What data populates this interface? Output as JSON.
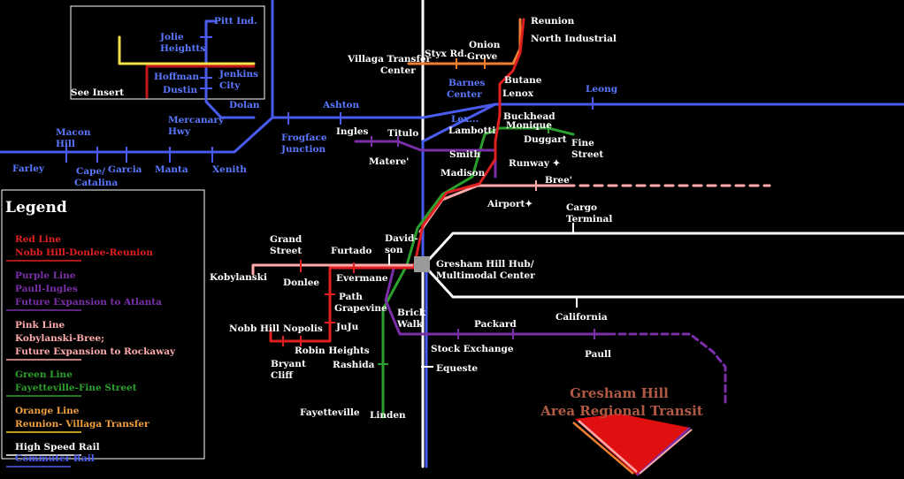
{
  "colors": {
    "red": "#e02020",
    "purple": "#7a2fa8",
    "pink": "#ffaaaa",
    "green": "#2ca02c",
    "orange": "#f08030",
    "white": "#ffffff",
    "blue": "#4a5cf0",
    "yellow": "#f5e04a",
    "hub": "#9a9a9a",
    "brand": "#b05a44"
  },
  "insert": {
    "label": "See Insert"
  },
  "legend": {
    "title": "Legend",
    "lines": [
      {
        "name": "Red Line",
        "desc": [
          "Nobb Hill-Donlee-Reunion"
        ],
        "color": "#e02020",
        "text_color": "#e02020"
      },
      {
        "name": "Purple Line",
        "desc": [
          "Paull-Ingles",
          "Future Expansion to Atlanta"
        ],
        "color": "#7a2fa8",
        "text_color": "#7a2fa8"
      },
      {
        "name": "Pink Line",
        "desc": [
          "Kobylanski-Bree;",
          "Future Expansion to Rockaway"
        ],
        "color": "#ffaaaa",
        "text_color": "#ffaaaa"
      },
      {
        "name": "Green Line",
        "desc": [
          "Fayetteville-Fine Street"
        ],
        "color": "#2ca02c",
        "text_color": "#2ca02c"
      },
      {
        "name": "Orange Line",
        "desc": [
          "Reunion- Villaga Transfer"
        ],
        "color": "#f5d020",
        "text_color": "#f0a040"
      },
      {
        "name": "High Speed Rail",
        "desc": [],
        "color": "#ffffff",
        "text_color": "#ffffff"
      },
      {
        "name": "Commuter Rail",
        "desc": [],
        "color": "#4a5cf0",
        "text_color": "#4a5cf0"
      }
    ]
  },
  "brand": {
    "line1": "Gresham Hill",
    "line2": "Area Regional Transit"
  },
  "airport_symbol": "✦",
  "stations": [
    {
      "name": [
        "Reunion"
      ],
      "style": "w"
    },
    {
      "name": [
        "North Industrial"
      ],
      "style": "w"
    },
    {
      "name": [
        "Styx Rd."
      ],
      "style": "w"
    },
    {
      "name": [
        "Onion",
        "Grove"
      ],
      "style": "w"
    },
    {
      "name": [
        "Villaga Transfer",
        "Center"
      ],
      "style": "w"
    },
    {
      "name": [
        "Butane"
      ],
      "style": "w"
    },
    {
      "name": [
        "Lenox"
      ],
      "style": "w"
    },
    {
      "name": [
        "Barnes",
        "Center"
      ],
      "style": "b"
    },
    {
      "name": [
        "Leong"
      ],
      "style": "b"
    },
    {
      "name": [
        "Lex..."
      ],
      "style": "b"
    },
    {
      "name": [
        "Buckhead"
      ],
      "style": "w"
    },
    {
      "name": [
        "Monique"
      ],
      "style": "w"
    },
    {
      "name": [
        "Lambotti"
      ],
      "style": "w"
    },
    {
      "name": [
        "Duggart"
      ],
      "style": "w"
    },
    {
      "name": [
        "Fine",
        "Street"
      ],
      "style": "w"
    },
    {
      "name": [
        "Ingles"
      ],
      "style": "w"
    },
    {
      "name": [
        "Titulo"
      ],
      "style": "w"
    },
    {
      "name": [
        "Matere'"
      ],
      "style": "w"
    },
    {
      "name": [
        "Smith"
      ],
      "style": "w"
    },
    {
      "name": [
        "Runway ✦"
      ],
      "style": "w"
    },
    {
      "name": [
        "Madison"
      ],
      "style": "w"
    },
    {
      "name": [
        "Bree'"
      ],
      "style": "w"
    },
    {
      "name": [
        "Airport✦"
      ],
      "style": "w"
    },
    {
      "name": [
        "Cargo",
        "Terminal"
      ],
      "style": "w"
    },
    {
      "name": [
        "Ashton"
      ],
      "style": "b"
    },
    {
      "name": [
        "Frogface",
        "Junction"
      ],
      "style": "b"
    },
    {
      "name": [
        "Dolan"
      ],
      "style": "b"
    },
    {
      "name": [
        "Mercanary",
        "Hwy"
      ],
      "style": "b"
    },
    {
      "name": [
        "Pitt Ind."
      ],
      "style": "b"
    },
    {
      "name": [
        "Jolie",
        "Heightts"
      ],
      "style": "b"
    },
    {
      "name": [
        "Hoffman"
      ],
      "style": "b"
    },
    {
      "name": [
        "Dustin"
      ],
      "style": "b"
    },
    {
      "name": [
        "Jenkins",
        "City"
      ],
      "style": "b"
    },
    {
      "name": [
        "Macon",
        "Hill"
      ],
      "style": "b"
    },
    {
      "name": [
        "Farley"
      ],
      "style": "b"
    },
    {
      "name": [
        "Cape/",
        "Catalina"
      ],
      "style": "b"
    },
    {
      "name": [
        "Garcia"
      ],
      "style": "b"
    },
    {
      "name": [
        "Manta"
      ],
      "style": "b"
    },
    {
      "name": [
        "Xenith"
      ],
      "style": "b"
    },
    {
      "name": [
        "Grand",
        "Street"
      ],
      "style": "w"
    },
    {
      "name": [
        "Furtado"
      ],
      "style": "w"
    },
    {
      "name": [
        "David-",
        "son"
      ],
      "style": "w"
    },
    {
      "name": [
        "Kobylanski"
      ],
      "style": "w"
    },
    {
      "name": [
        "Donlee"
      ],
      "style": "w"
    },
    {
      "name": [
        "Evermane"
      ],
      "style": "w"
    },
    {
      "name": [
        "Path",
        "Grapevine"
      ],
      "style": "w"
    },
    {
      "name": [
        "Gresham Hill Hub/",
        "Multimodal Center"
      ],
      "style": "w"
    },
    {
      "name": [
        "Nobb Hill"
      ],
      "style": "w"
    },
    {
      "name": [
        "Nopolis"
      ],
      "style": "w"
    },
    {
      "name": [
        "JuJu"
      ],
      "style": "w"
    },
    {
      "name": [
        "Robin Heights"
      ],
      "style": "w"
    },
    {
      "name": [
        "Bryant",
        "Cliff"
      ],
      "style": "w"
    },
    {
      "name": [
        "Rashida"
      ],
      "style": "w"
    },
    {
      "name": [
        "Brick",
        "Walk"
      ],
      "style": "w"
    },
    {
      "name": [
        "Packard"
      ],
      "style": "w"
    },
    {
      "name": [
        "California"
      ],
      "style": "w"
    },
    {
      "name": [
        "Stock Exchange"
      ],
      "style": "w"
    },
    {
      "name": [
        "Paull"
      ],
      "style": "w"
    },
    {
      "name": [
        "Equeste"
      ],
      "style": "w"
    },
    {
      "name": [
        "Fayetteville"
      ],
      "style": "w"
    },
    {
      "name": [
        "Linden"
      ],
      "style": "w"
    }
  ]
}
